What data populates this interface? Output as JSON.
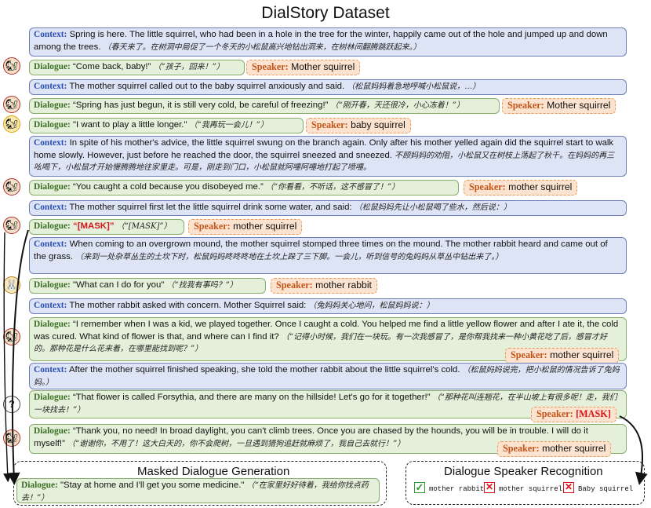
{
  "title": "DialStory Dataset",
  "labels": {
    "context": "Context:",
    "dialogue": "Dialogue:",
    "speaker": "Speaker:"
  },
  "rows": [
    {
      "kind": "context",
      "en": "Spring is here. The little squirrel, who had been in a hole in the tree for the winter, happily came out of the hole and jumped up and down among the trees.",
      "cn": "（春天来了。在树洞中局促了一个冬天的小松鼠高兴地钻出洞来，在树林间翻腾跳跃起来。）"
    },
    {
      "kind": "dialogue",
      "avatar": "squirrel-avatar",
      "en": "“Come back, baby!”",
      "cn": "（“孩子，回来！”）",
      "speaker": "Mother squirrel"
    },
    {
      "kind": "context",
      "en": "The mother squirrel called out to the baby squirrel anxiously and said.",
      "cn": "（松鼠妈妈着急地呼喊小松鼠说，…）"
    },
    {
      "kind": "dialogue",
      "avatar": "squirrel-avatar",
      "en": "“Spring has just begun, it is still very cold, be careful of freezing!”",
      "cn": "（“刚开春，天还很冷，小心冻着！”）",
      "speaker": "Mother squirrel"
    },
    {
      "kind": "dialogue",
      "avatar": "baby-squirrel-avatar",
      "en": "\"I want to play a little longer.\"",
      "cn": "（“我再玩一会儿！”）",
      "speaker": "baby squirrel"
    },
    {
      "kind": "context",
      "en": "In spite of his mother's advice, the little squirrel swung on the branch again. Only after his mother yelled again did the squirrel start to walk home slowly. However, just before he reached the door, the squirrel sneezed and sneezed.",
      "cn": "不顾妈妈的劝阻，小松鼠又在树枝上荡起了秋千。在妈妈的再三吆喝下，小松鼠才开始慢腾腾地往家里走。可是，刚走到门口，小松鼠就阿嚏阿嚏地打起了喷嚏。"
    },
    {
      "kind": "dialogue",
      "avatar": "squirrel-avatar",
      "en": "“You caught a cold because you disobeyed me.”",
      "cn": "（“你看看，不听话，这不感冒了！”）",
      "speaker": "mother squirrel"
    },
    {
      "kind": "context",
      "en": "The mother squirrel first let the little squirrel drink some water, and said:",
      "cn": "（松鼠妈妈先让小松鼠喝了些水，然后说：）"
    },
    {
      "kind": "dialogue",
      "avatar": "squirrel-avatar",
      "en": "“[MASK]”",
      "cn": "（“[MASK]”）",
      "speaker": "mother squirrel",
      "masked_text": true
    },
    {
      "kind": "context",
      "en": "When coming to an overgrown mound, the mother squirrel stomped three times on the mound. The mother rabbit heard and came out of the grass.",
      "cn": "（来到一处杂草丛生的土坎下时，松鼠妈妈咚咚咚地在土坎上跺了三下脚。一会儿，听到信号的兔妈妈从草丛中钻出来了。）"
    },
    {
      "kind": "dialogue",
      "avatar": "rabbit-avatar",
      "en": "\"What can I do for you\"",
      "cn": "（“找我有事吗？”）",
      "speaker": "mother rabbit"
    },
    {
      "kind": "context",
      "en": "The mother rabbit asked with concern. Mother Squirrel said:",
      "cn": "（兔妈妈关心地问，松鼠妈妈说：）"
    },
    {
      "kind": "dialogue",
      "avatar": "squirrel-avatar",
      "en": "“I remember when I was a kid, we played together. Once I caught a cold. You helped me find a little yellow flower and after I ate it, the cold was cured. What kind of flower is that, and where can I find it?",
      "cn": "（“记得小时候，我们在一块玩。有一次我感冒了，是你帮我找来一种小黄花吃了后，感冒才好的。那种花是什么花来着，在哪里能找到呢？”）",
      "speaker": "mother squirrel"
    },
    {
      "kind": "context",
      "en": "After the mother squirrel finished speaking, she told the mother rabbit about the little squirrel's cold.",
      "cn": "（松鼠妈妈说完，把小松鼠的情况告诉了兔妈妈。）"
    },
    {
      "kind": "dialogue",
      "avatar": "unknown-speaker-avatar",
      "en": "“That flower is called Forsythia, and there are many on the hillside! Let's go for it together!”",
      "cn": "（“那种花叫连翘花，在半山坡上有很多呢！走，我们一块找去！”）",
      "speaker": "[MASK]",
      "masked_speaker": true
    },
    {
      "kind": "dialogue",
      "avatar": "squirrel-avatar",
      "en": "“Thank you, no need! In broad daylight, you can't climb trees. Once you are chased by the hounds, you will be in trouble. I will do it myself!”",
      "cn": "（“谢谢你，不用了！这大白天的，你不会爬树，一旦遇到猎狗追赶就麻烦了，我自己去就行！”）",
      "speaker": "mother squirrel"
    }
  ],
  "mask_generation": {
    "title": "Masked Dialogue Generation",
    "dialogue_en": "\"Stay at home and I'll get you some medicine.\"",
    "dialogue_cn": "（“在家里好好待着，我给你找点药去！”）"
  },
  "speaker_recognition": {
    "title": "Dialogue Speaker Recognition",
    "options": [
      {
        "label": "mother rabbit",
        "status": "correct",
        "icon": "check-icon"
      },
      {
        "label": "mother squirrel",
        "status": "wrong",
        "icon": "cross-icon"
      },
      {
        "label": "Baby squirrel",
        "status": "wrong",
        "icon": "cross-icon"
      }
    ]
  }
}
